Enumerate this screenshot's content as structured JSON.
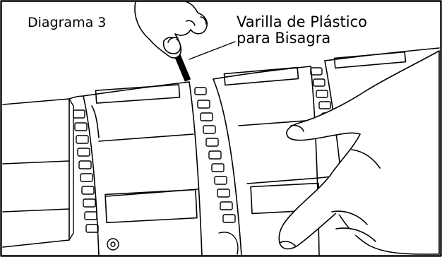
{
  "diagram": {
    "title": "Diagrama 3",
    "callout": {
      "line1": "Varilla de Plástico",
      "line2": "para Bisagra"
    },
    "colors": {
      "ink": "#000000",
      "paper": "#ffffff"
    }
  }
}
